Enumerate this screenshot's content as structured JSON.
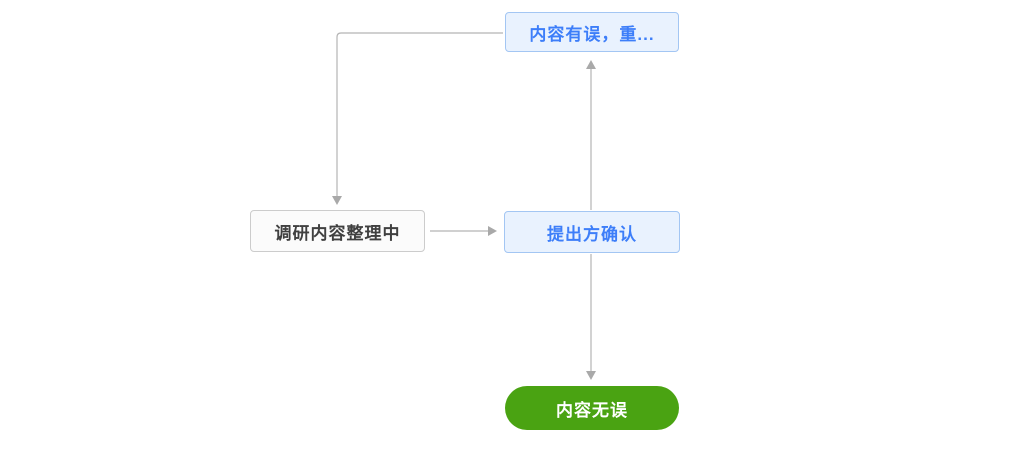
{
  "flowchart": {
    "nodes": [
      {
        "id": "content-error",
        "label": "内容有误，重...",
        "style": "info",
        "shape": "rect"
      },
      {
        "id": "research-organize",
        "label": "调研内容整理中",
        "style": "default",
        "shape": "rect"
      },
      {
        "id": "proposer-confirm",
        "label": "提出方确认",
        "style": "info",
        "shape": "rect"
      },
      {
        "id": "content-ok",
        "label": "内容无误",
        "style": "success",
        "shape": "pill"
      }
    ],
    "edges": [
      {
        "from": "content-error",
        "to": "research-organize",
        "shape": "elbow",
        "arrow": "down"
      },
      {
        "from": "research-organize",
        "to": "proposer-confirm",
        "shape": "straight",
        "arrow": "right"
      },
      {
        "from": "proposer-confirm",
        "to": "content-error",
        "shape": "straight",
        "arrow": "up"
      },
      {
        "from": "proposer-confirm",
        "to": "content-ok",
        "shape": "straight",
        "arrow": "down"
      }
    ]
  },
  "colors": {
    "info_text": "#3d7ef9",
    "info_border": "#a3c6f3",
    "info_fill": "#e9f2fe",
    "default_text": "#404040",
    "default_border": "#cccccc",
    "default_fill": "#fbfbfb",
    "success_fill": "#4aa312",
    "success_text": "#ffffff",
    "connector": "#b4b4b4",
    "arrowhead": "#a9a9a9",
    "background": "#ffffff"
  }
}
